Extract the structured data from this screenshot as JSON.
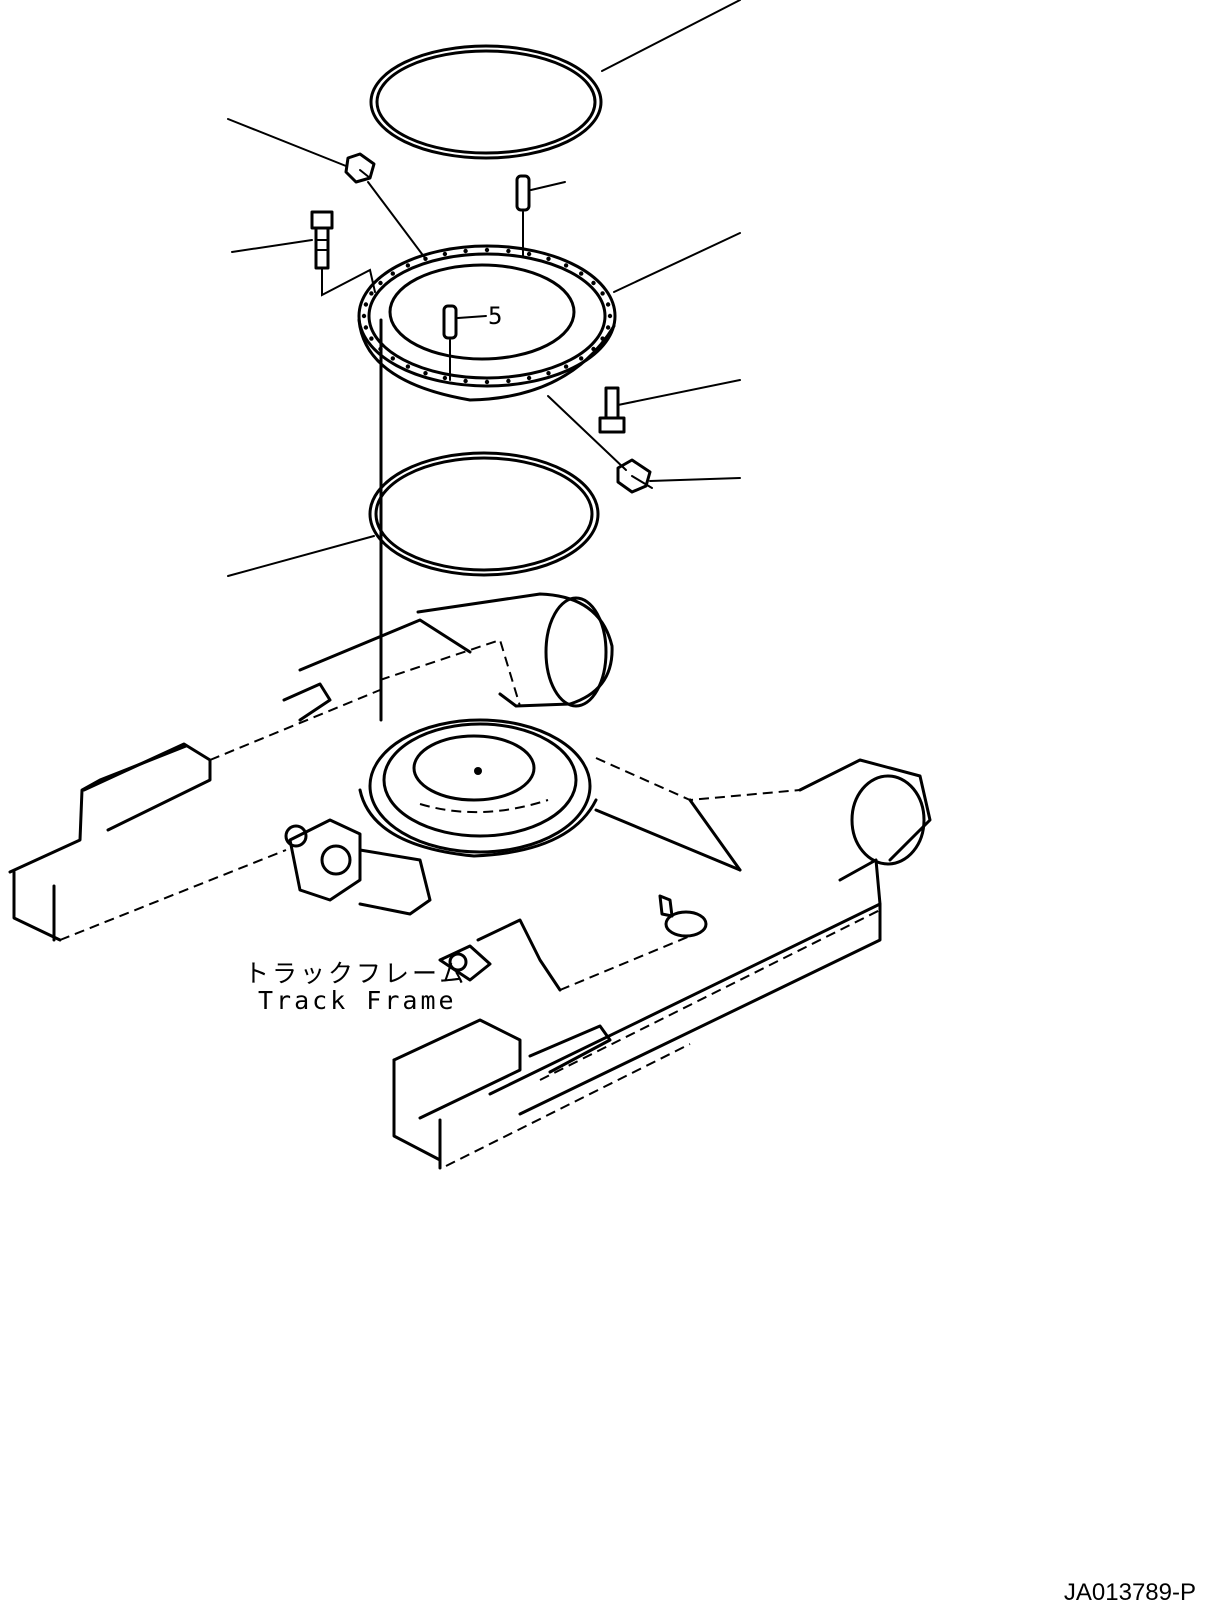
{
  "diagram": {
    "callout_number": "5",
    "track_frame_label_jp": "トラックフレーム",
    "track_frame_label_en": "Track Frame",
    "figure_id": "JA013789-P"
  }
}
